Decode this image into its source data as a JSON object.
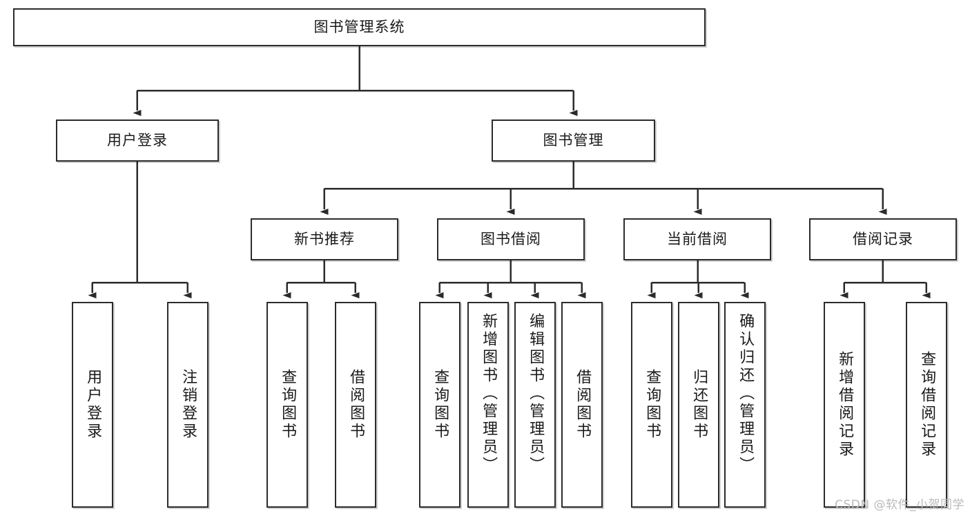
{
  "diagram": {
    "title": "图书管理系统",
    "type": "hierarchy-tree",
    "watermark": "CSDN @软件_小贺同学",
    "colors": {
      "box_border": "#2b2b2b",
      "box_fill": "#ffffff",
      "connector": "#2b2b2b",
      "text": "#1a1a1a",
      "watermark": "#b9b9b9",
      "background": "#ffffff"
    },
    "levels": {
      "root": {
        "id": "root",
        "label": "图书管理系统",
        "orientation": "horizontal"
      },
      "level2": [
        {
          "id": "user-login",
          "label": "用户登录",
          "orientation": "horizontal"
        },
        {
          "id": "book-manage",
          "label": "图书管理",
          "orientation": "horizontal"
        }
      ],
      "level3": [
        {
          "id": "new-book-recommend",
          "label": "新书推荐",
          "orientation": "horizontal",
          "parent": "book-manage"
        },
        {
          "id": "book-borrow",
          "label": "图书借阅",
          "orientation": "horizontal",
          "parent": "book-manage"
        },
        {
          "id": "current-borrow",
          "label": "当前借阅",
          "orientation": "horizontal",
          "parent": "book-manage"
        },
        {
          "id": "borrow-record",
          "label": "借阅记录",
          "orientation": "horizontal",
          "parent": "book-manage"
        }
      ],
      "leaves": [
        {
          "id": "leaf-user-login",
          "label": "用户登录",
          "parent": "user-login",
          "orientation": "vertical"
        },
        {
          "id": "leaf-user-logout",
          "label": "注销登录",
          "parent": "user-login",
          "orientation": "vertical"
        },
        {
          "id": "leaf-query-book-1",
          "label": "查询图书",
          "parent": "new-book-recommend",
          "orientation": "vertical"
        },
        {
          "id": "leaf-borrow-book-1",
          "label": "借阅图书",
          "parent": "new-book-recommend",
          "orientation": "vertical"
        },
        {
          "id": "leaf-query-book-2",
          "label": "查询图书",
          "parent": "book-borrow",
          "orientation": "vertical"
        },
        {
          "id": "leaf-add-book",
          "label": "新增图书（管理员）",
          "parent": "book-borrow",
          "orientation": "vertical"
        },
        {
          "id": "leaf-edit-book",
          "label": "编辑图书（管理员）",
          "parent": "book-borrow",
          "orientation": "vertical"
        },
        {
          "id": "leaf-borrow-book-2",
          "label": "借阅图书",
          "parent": "book-borrow",
          "orientation": "vertical"
        },
        {
          "id": "leaf-query-book-3",
          "label": "查询图书",
          "parent": "current-borrow",
          "orientation": "vertical"
        },
        {
          "id": "leaf-return-book",
          "label": "归还图书",
          "parent": "current-borrow",
          "orientation": "vertical"
        },
        {
          "id": "leaf-confirm-return",
          "label": "确认归还（管理员）",
          "parent": "current-borrow",
          "orientation": "vertical"
        },
        {
          "id": "leaf-add-record",
          "label": "新增借阅记录",
          "parent": "borrow-record",
          "orientation": "vertical"
        },
        {
          "id": "leaf-query-record",
          "label": "查询借阅记录",
          "parent": "borrow-record",
          "orientation": "vertical"
        }
      ]
    }
  }
}
